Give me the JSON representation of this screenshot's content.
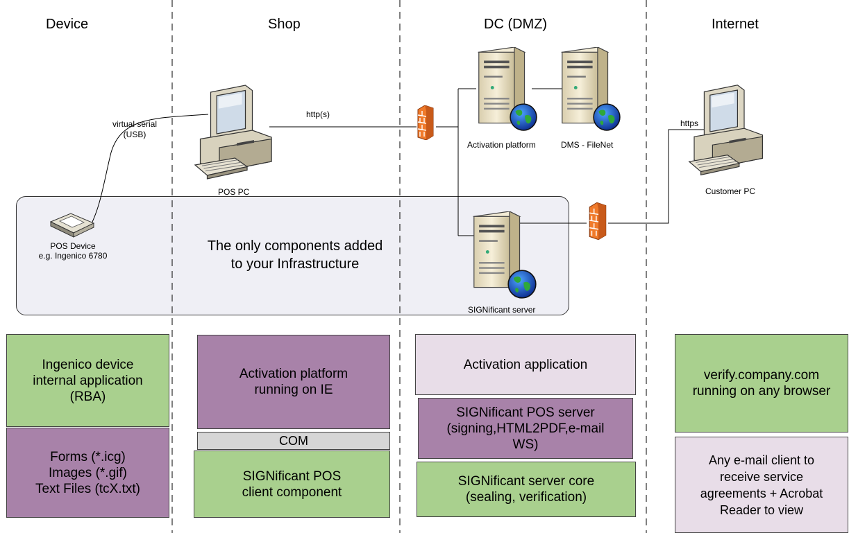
{
  "zones": {
    "device": "Device",
    "shop": "Shop",
    "dc": "DC (DMZ)",
    "internet": "Internet"
  },
  "region_text": {
    "line1": "The only components added",
    "line2": "to your Infrastructure"
  },
  "nodes": {
    "pos_pc": "POS PC",
    "pos_device_line1": "POS Device",
    "pos_device_line2": "e.g. Ingenico  6780",
    "activation_platform": "Activation platform",
    "dms": "DMS - FileNet",
    "significant_server": "SIGNificant server",
    "customer_pc": "Customer PC"
  },
  "connections": {
    "virtual_serial_line1": "virtual serial",
    "virtual_serial_line2": "(USB)",
    "http": "http(s)",
    "https": "https"
  },
  "boxes": {
    "ingenico_app": [
      "Ingenico device",
      "internal application",
      "(RBA)"
    ],
    "forms": [
      "Forms (*.icg)",
      "Images (*.gif)",
      "Text Files (tcX.txt)"
    ],
    "activation_ie": [
      "Activation platform",
      "running on IE"
    ],
    "com": "COM",
    "pos_client": [
      "SIGNificant POS",
      "client component"
    ],
    "activation_app": "Activation application",
    "pos_server": [
      "SIGNificant POS server",
      "(signing,HTML2PDF,e-mail",
      "WS)"
    ],
    "server_core": [
      "SIGNificant server core",
      "(sealing, verification)"
    ],
    "verify": [
      "verify.company.com",
      "running on any browser"
    ],
    "email_client": [
      "Any e-mail client to",
      "receive service",
      "agreements + Acrobat",
      "Reader to view"
    ]
  },
  "colors": {
    "green": "#a9d08e",
    "purple": "#a882a9",
    "lilac": "#e8dde8",
    "gray": "#d6d6d6",
    "firewall": "#f07a2a",
    "server": "#efe6c8"
  }
}
